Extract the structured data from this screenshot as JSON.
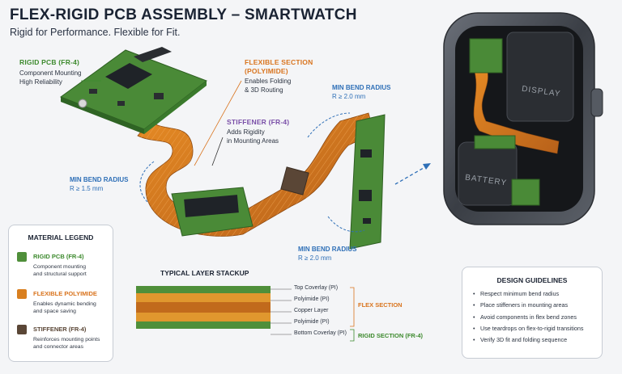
{
  "header": {
    "title": "FLEX-RIGID PCB ASSEMBLY – SMARTWATCH",
    "subtitle": "Rigid for Performance. Flexible for Fit."
  },
  "callouts": {
    "rigid": {
      "title": "RIGID PCB (FR-4)",
      "line1": "Component Mounting",
      "line2": "High Reliability"
    },
    "flex": {
      "title1": "FLEXIBLE SECTION",
      "title2": "(POLYIMIDE)",
      "line1": "Enables Folding",
      "line2": "& 3D Routing"
    },
    "stiffener": {
      "title": "STIFFENER (FR-4)",
      "line1": "Adds Rigidity",
      "line2": "in Mounting Areas"
    },
    "bend_left": {
      "title": "MIN BEND RADIUS",
      "value": "R ≥ 1.5 mm"
    },
    "bend_top": {
      "title": "MIN BEND RADIUS",
      "value": "R ≥ 2.0 mm"
    },
    "bend_bottom": {
      "title": "MIN BEND RADIUS",
      "value": "R ≥ 2.0 mm"
    }
  },
  "watch": {
    "display_label": "DISPLAY",
    "battery_label": "BATTERY"
  },
  "legend": {
    "title": "MATERIAL LEGEND",
    "items": [
      {
        "label": "RIGID PCB (FR-4)",
        "line1": "Component mounting",
        "line2": "and structural support",
        "color": "#4f8f3a",
        "label_color": "#3d8a2e"
      },
      {
        "label": "FLEXIBLE POLYIMIDE",
        "line1": "Enables dynamic bending",
        "line2": "and space saving",
        "color": "#d97f1f",
        "label_color": "#d9741e"
      },
      {
        "label": "STIFFENER (FR-4)",
        "line1": "Reinforces mounting points",
        "line2": "and connector areas",
        "color": "#5a4636",
        "label_color": "#5a4636"
      }
    ]
  },
  "stackup": {
    "title": "TYPICAL LAYER STACKUP",
    "layers": [
      "Top Coverlay (PI)",
      "Polyimide (PI)",
      "Copper Layer",
      "Polyimide (PI)",
      "Bottom Coverlay (PI)"
    ],
    "flex_label": "FLEX SECTION",
    "rigid_label": "RIGID SECTION (FR-4)"
  },
  "guidelines": {
    "title": "DESIGN GUIDELINES",
    "items": [
      "Respect minimum bend radius",
      "Place stiffeners in mounting areas",
      "Avoid components in flex bend zones",
      "Use teardrops on flex-to-rigid transitions",
      "Verify 3D fit and folding sequence"
    ]
  }
}
